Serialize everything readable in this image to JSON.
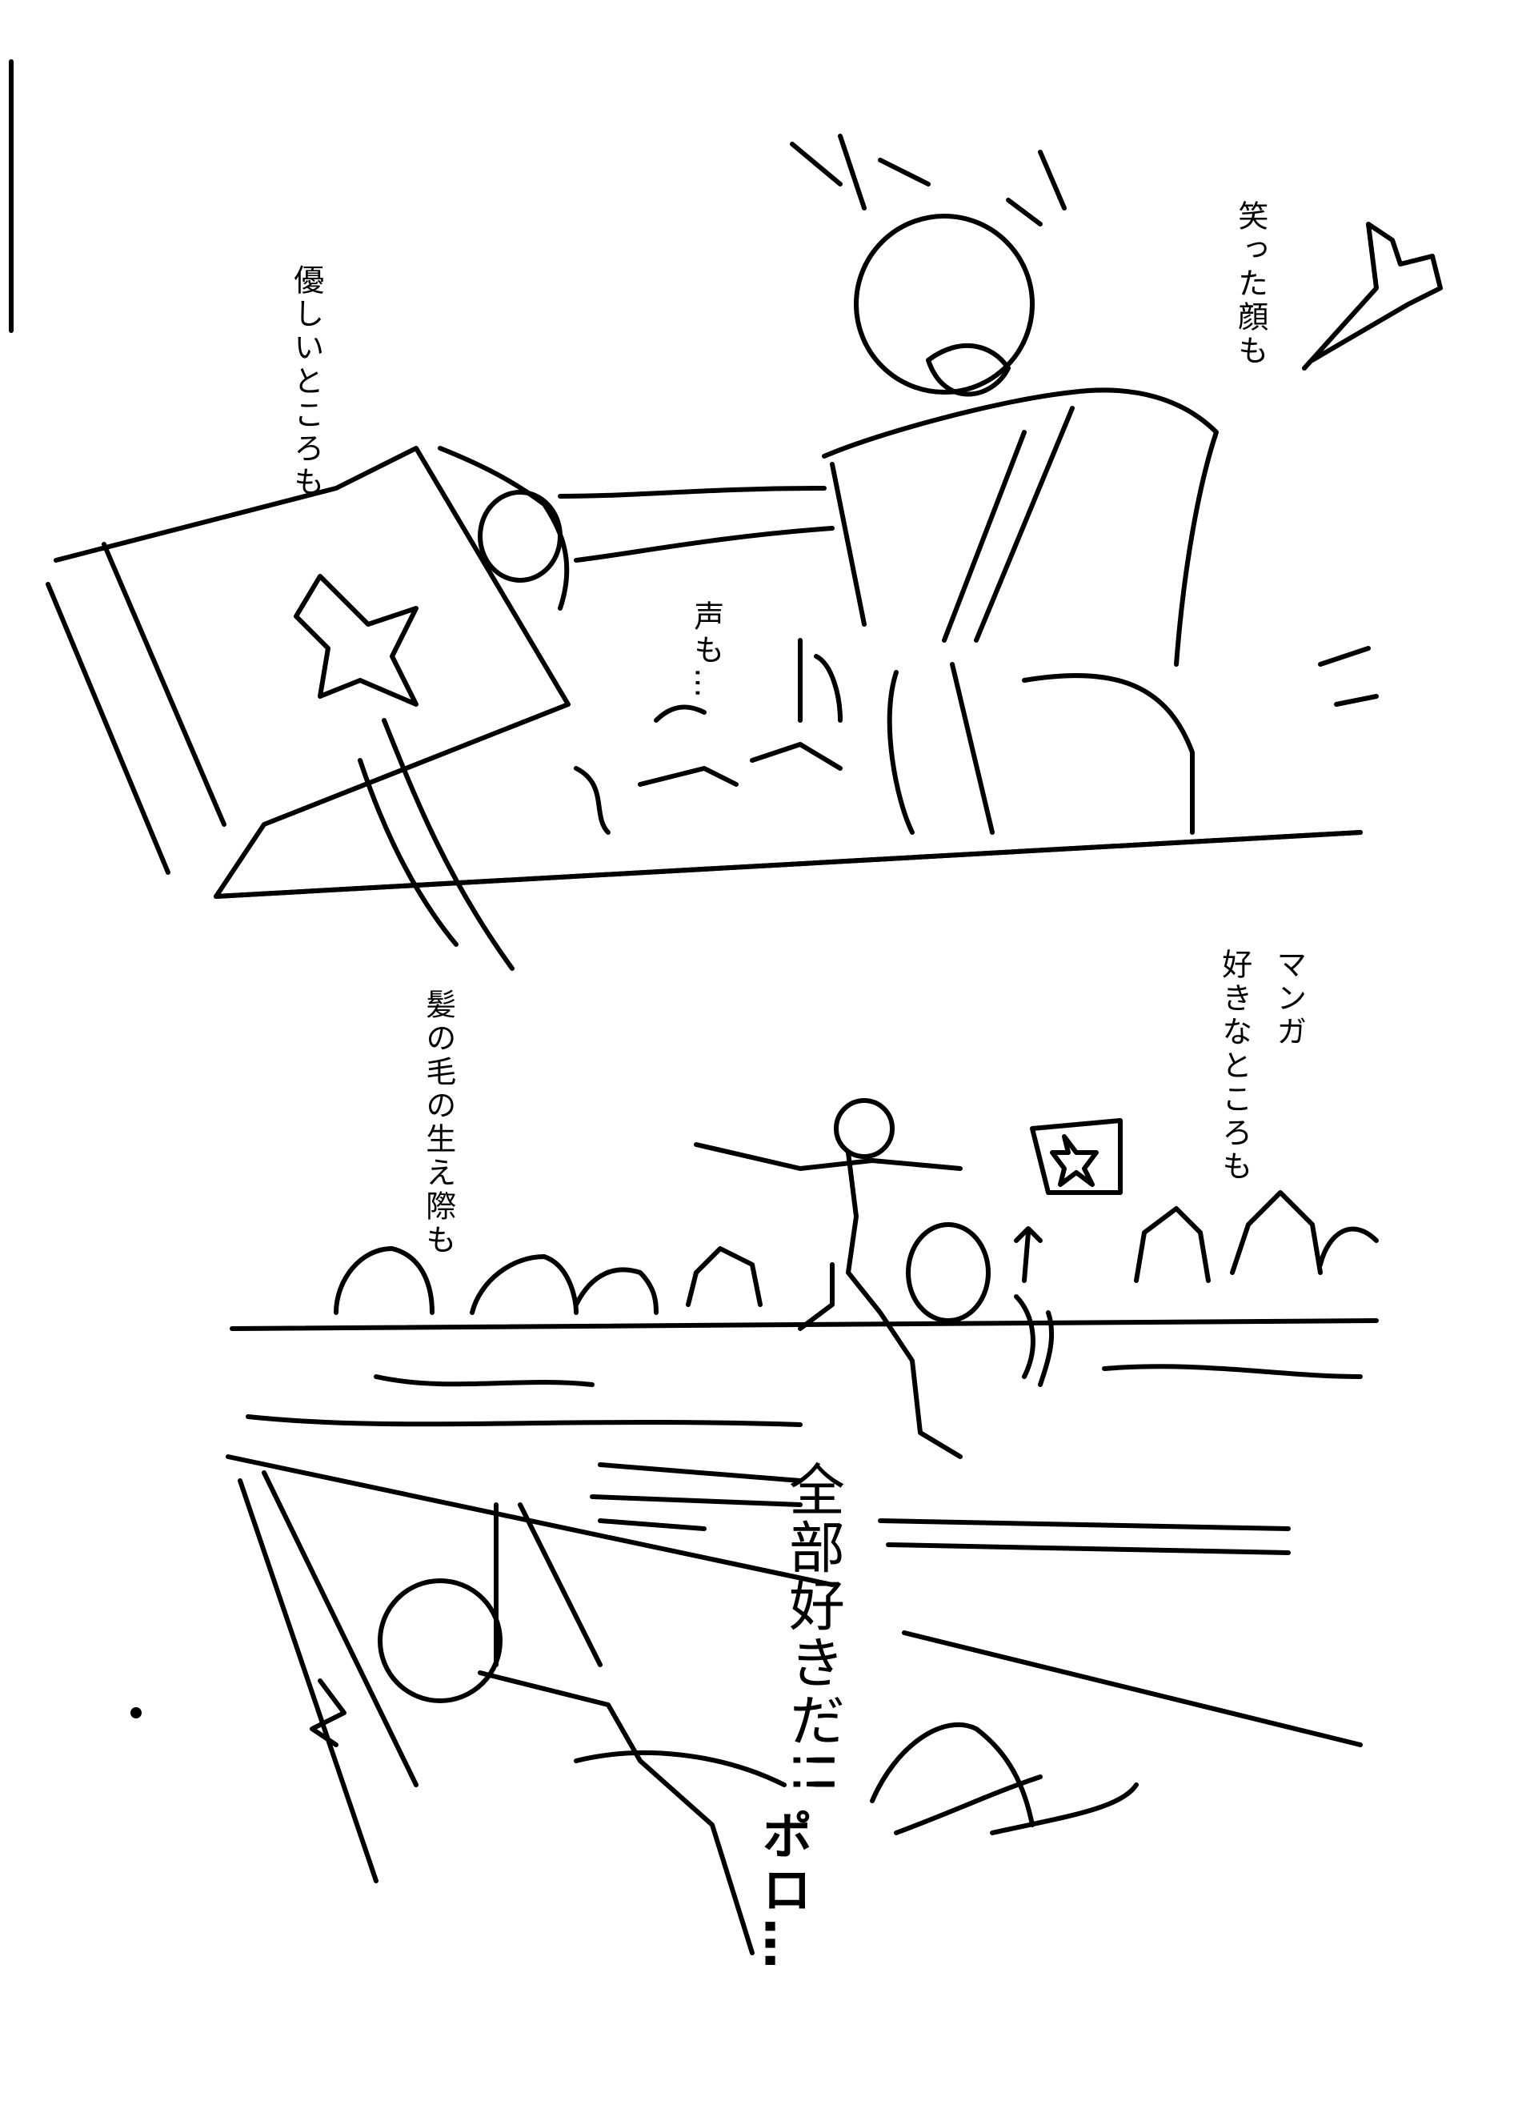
{
  "page": {
    "captions": {
      "kind_part": "優しいところも",
      "smile": "笑った顔も",
      "voice": "声も…",
      "manga_line1": "マンガ",
      "manga_line2": "好きなところも",
      "hairline": "髪の毛の生え際も",
      "confession": "全部好きだ!!",
      "sfx": "ポロ…"
    }
  }
}
